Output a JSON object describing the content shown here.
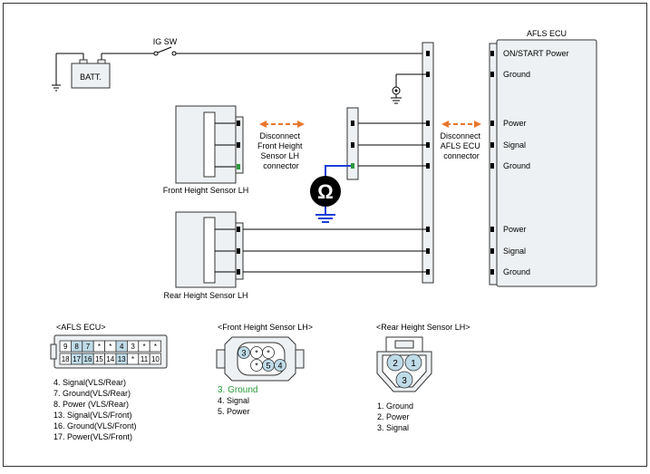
{
  "colors": {
    "line": "#000000",
    "box_fill": "#eef1f3",
    "box_stroke": "#333333",
    "arrow": "#e8772e",
    "highlight_wire": "#1a3fd6",
    "highlight_pin": "#2a9a3a",
    "pin_fill": "#bfdbe8",
    "green_text": "#2a9a3a"
  },
  "labels": {
    "ig_sw": "IG SW",
    "batt": "BATT.",
    "ecu_title": "AFLS ECU",
    "front_sensor": "Front Height Sensor LH",
    "rear_sensor": "Rear Height Sensor LH",
    "disconnect_front": [
      "Disconnect",
      "Front Height",
      "Sensor LH",
      "connector"
    ],
    "disconnect_ecu": [
      "Disconnect",
      "AFLS ECU",
      "connector"
    ],
    "ohm_symbol": "Ω"
  },
  "ecu_pins": [
    "ON/START Power",
    "Ground",
    "Power",
    "Signal",
    "Ground",
    "Power",
    "Signal",
    "Ground"
  ],
  "afls_connector": {
    "title": "<AFLS ECU>",
    "top_row": [
      "9",
      "8",
      "7",
      "*",
      "*",
      "4",
      "3",
      "*",
      "*"
    ],
    "bottom_row": [
      "18",
      "17",
      "16",
      "15",
      "14",
      "13",
      "*",
      "11",
      "10"
    ],
    "highlighted": [
      "8",
      "7",
      "4",
      "17",
      "16",
      "13"
    ],
    "legend": [
      "4. Signal(VLS/Rear)",
      "7. Ground(VLS/Rear)",
      "8. Power (VLS/Rear)",
      "13. Signal(VLS/Front)",
      "16. Ground(VLS/Front)",
      "17. Power(VLS/Front)"
    ]
  },
  "front_connector": {
    "title": "<Front Height Sensor  LH>",
    "pins": [
      "3",
      "*",
      "*",
      "*",
      "5",
      "4"
    ],
    "legend_highlight": "3. Ground",
    "legend": [
      "4. Signal",
      "5. Power"
    ]
  },
  "rear_connector": {
    "title": "<Rear Height Sensor LH>",
    "pins": [
      "2",
      "1",
      "3"
    ],
    "legend": [
      "1. Ground",
      "2. Power",
      "3. Signal"
    ]
  }
}
